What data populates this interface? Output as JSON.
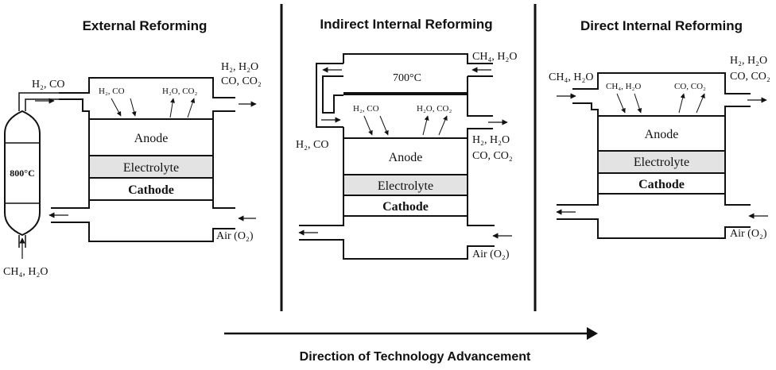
{
  "panels": {
    "external": {
      "title": "External Reforming",
      "reformer_temp": "800°C",
      "inlet": "CH₄, H₂O",
      "reformer_out": "H₂, CO",
      "anode_in_species": "H₂, CO",
      "anode_out_species": "H₂O, CO₂",
      "exhaust": [
        "H₂, H₂O",
        "CO, CO₂"
      ],
      "anode": "Anode",
      "electrolyte": "Electrolyte",
      "cathode": "Cathode",
      "air": "Air (O₂)"
    },
    "indirect": {
      "title": "Indirect Internal Reforming",
      "reformer_temp": "700°C",
      "inlet": "CH₄, H₂O",
      "reformer_out": "H₂, CO",
      "anode_in_species": "H₂, CO",
      "anode_out_species": "H₂O, CO₂",
      "exhaust": [
        "H₂, H₂O",
        "CO, CO₂"
      ],
      "anode": "Anode",
      "electrolyte": "Electrolyte",
      "cathode": "Cathode",
      "air": "Air (O₂)"
    },
    "direct": {
      "title": "Direct Internal Reforming",
      "inlet": "CH₄, H₂O",
      "anode_in_species": "CH₄, H₂O",
      "anode_out_species": "CO, CO₂",
      "exhaust": [
        "H₂, H₂O",
        "CO, CO₂"
      ],
      "anode": "Anode",
      "electrolyte": "Electrolyte",
      "cathode": "Cathode",
      "air": "Air (O₂)"
    }
  },
  "footer": {
    "direction_label": "Direction of Technology Advancement"
  },
  "colors": {
    "line": "#111111",
    "electrolyte_fill": "#e3e3e3",
    "background": "#ffffff"
  }
}
